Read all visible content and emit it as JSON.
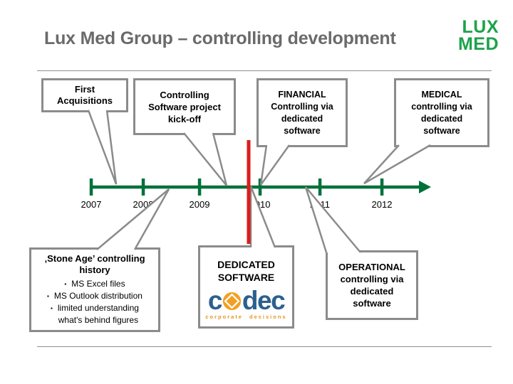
{
  "slide_title": "Lux Med Group – controlling development",
  "logo": {
    "line1": "LUX",
    "line2": "MED",
    "color": "#1ca24a"
  },
  "timeline": {
    "years": [
      "2007",
      "2008",
      "2009",
      "2010",
      "2011",
      "2012"
    ],
    "axis_color": "#00713a",
    "milestone_marker_color": "#dd1d1d",
    "marker_between": "2009 and 2010"
  },
  "callouts": {
    "first_acquisitions": "First\nAcquisitions",
    "software_kickoff": "Controlling\nSoftware project\nkick-off",
    "financial": "FINANCIAL\nControlling via\ndedicated\nsoftware",
    "medical": "MEDICAL\ncontrolling via\ndedicated\nsoftware",
    "stone_age": {
      "title": "‚Stone Age’ controlling\nhistory",
      "bullets": [
        "MS Excel files",
        "MS Outlook distribution",
        "limited understanding\nwhat's behind figures"
      ]
    },
    "dedicated": {
      "label": "DEDICATED\nSOFTWARE"
    },
    "operational": "OPERATIONAL\ncontrolling via\ndedicated\nsoftware"
  },
  "codec_logo": {
    "wordmark_c": "c",
    "wordmark_dec": "dec",
    "tagline_word1": "corporate",
    "tagline_word2": "decisions",
    "blue": "#2b608f",
    "orange": "#f2a024"
  }
}
